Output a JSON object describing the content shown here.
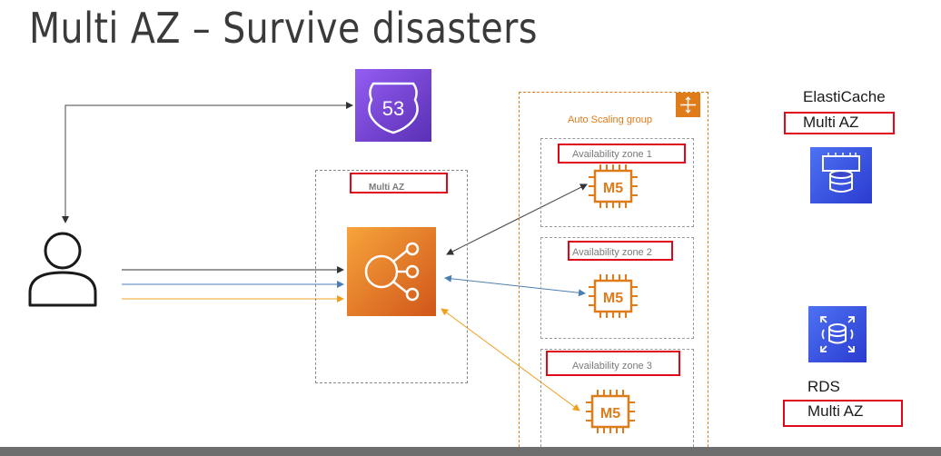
{
  "slide": {
    "title": "Multi AZ – Survive disasters"
  },
  "route53": {
    "icon": "route53-icon",
    "label": "53"
  },
  "elb": {
    "icon": "load-balancer-icon",
    "region_label": "Multi AZ"
  },
  "asg": {
    "label": "Auto Scaling group",
    "icon": "auto-scaling-icon",
    "zones": [
      {
        "label": "Availability zone 1",
        "instance": "M5"
      },
      {
        "label": "Availability zone 2",
        "instance": "M5"
      },
      {
        "label": "Availability zone 3",
        "instance": "M5"
      }
    ]
  },
  "elasticache": {
    "name": "ElastiCache",
    "mode": "Multi AZ",
    "icon": "elasticache-icon"
  },
  "rds": {
    "name": "RDS",
    "mode": "Multi AZ",
    "icon": "rds-icon"
  },
  "colors": {
    "orange": "#e07b1a",
    "purple": "#7b3fe4",
    "blue": "#3b48cc",
    "red": "#e0061b",
    "arrow_blue": "#4a7fb5",
    "arrow_orange": "#f0a020"
  }
}
